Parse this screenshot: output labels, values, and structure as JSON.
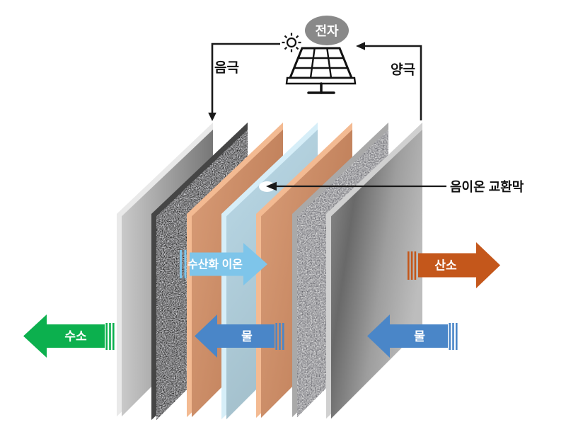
{
  "page": {
    "background": "#ffffff"
  },
  "diagram": {
    "power": {
      "electron_label": "전자",
      "electron_bubble_color": "#898989",
      "cathode_label": "음극",
      "anode_label": "양극",
      "wire_color": "#1a1a1a"
    },
    "membrane_callout": {
      "label": "음이온 교환막"
    },
    "flows": {
      "hydroxide": {
        "label": "수산화 이온",
        "color": "#7EC5EA"
      },
      "oxygen": {
        "label": "산소",
        "color": "#C4571B"
      },
      "hydrogen": {
        "label": "수소",
        "color": "#0CB04E"
      },
      "water_left": {
        "label": "물",
        "color": "#4A86C8"
      },
      "water_right": {
        "label": "물",
        "color": "#4A86C8"
      },
      "label_text_color": "#ffffff"
    },
    "plates": [
      {
        "name": "end-plate-left",
        "face_from": "#C9C9C9",
        "face_to": "#777777",
        "edge": "#E9E9E9"
      },
      {
        "name": "carbon-electrode",
        "face_color": "#262626",
        "edge": "#454545",
        "texture": "light-speckle"
      },
      {
        "name": "copper-plate-left",
        "face_from": "#D99D78",
        "face_to": "#BC7B55",
        "edge": "#F3BA92"
      },
      {
        "name": "membrane-plate",
        "face_from": "#BBDAE8",
        "face_to": "#A2BECA",
        "edge": "#D6EEF8"
      },
      {
        "name": "copper-plate-right",
        "face_from": "#D99D78",
        "face_to": "#BC7B55",
        "edge": "#F3BA92"
      },
      {
        "name": "porous-transport-layer",
        "face_color": "#E0E0E0",
        "edge": "#A9A9A9",
        "texture": "dark-speckle"
      },
      {
        "name": "end-plate-right",
        "face_from": "#8F8F8F",
        "face_mid": "#696969",
        "face_light": "#9E9E9E",
        "face_to": "#BDBDBD",
        "edge": "#D0D0D0"
      }
    ]
  }
}
